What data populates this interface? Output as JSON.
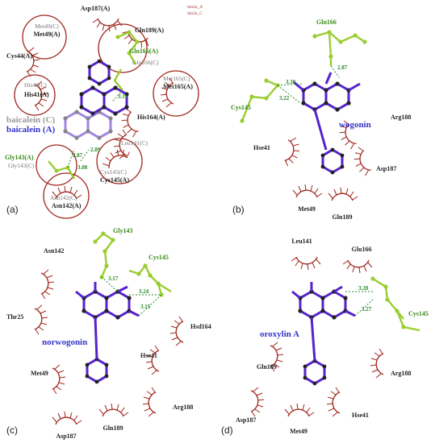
{
  "panels": {
    "a": {
      "label": "(a)",
      "legend": [
        "6m2n_A",
        "6m2n_C"
      ],
      "ligand_c": "baicalein (C)",
      "ligand_a": "baicalein (A)",
      "residues": [
        "Asp187(A)",
        "Met49(C)",
        "Met49(A)",
        "Gln189(A)",
        "Gln166(A)",
        "Gln166(C)",
        "Cys44(A)",
        "His41(C)",
        "His41(A)",
        "Met165(C)",
        "Met165(A)",
        "His164(A)",
        "Leu141(C)",
        "Gly143(A)",
        "Gly143(C)",
        "Cys145(C)",
        "Cys145(A)",
        "Asn142(C)",
        "Asn142(A)"
      ],
      "distances": [
        "3.11",
        "2.87",
        "2.89",
        "3.08"
      ]
    },
    "b": {
      "label": "(b)",
      "ligand": "wogonin",
      "residues": [
        "Gln166",
        "Cys145",
        "Arg188",
        "Hse41",
        "Asp187",
        "Met49",
        "Gln189"
      ],
      "distances": [
        "2.87",
        "3.30",
        "3.22"
      ]
    },
    "c": {
      "label": "(c)",
      "ligand": "norwogonin",
      "residues": [
        "Gly143",
        "Asn142",
        "Cys145",
        "Thr25",
        "Hsd164",
        "Hse41",
        "Met49",
        "Arg188",
        "Gln189",
        "Asp187"
      ],
      "distances": [
        "3.17",
        "3.24",
        "3.15"
      ]
    },
    "d": {
      "label": "(d)",
      "ligand": "oroxylin A",
      "residues": [
        "Leu141",
        "Glu166",
        "Cys145",
        "Gln189",
        "Arg188",
        "Asp187",
        "Met49",
        "Hse41"
      ],
      "distances": [
        "3.28",
        "3.27"
      ]
    }
  },
  "colors": {
    "ligand_bond": "#5522cc",
    "protein_bond": "#9acd32",
    "hydrophobic": "#a0261c",
    "hbond": "#2a8a2a",
    "ligand_label": "#3333cc"
  }
}
